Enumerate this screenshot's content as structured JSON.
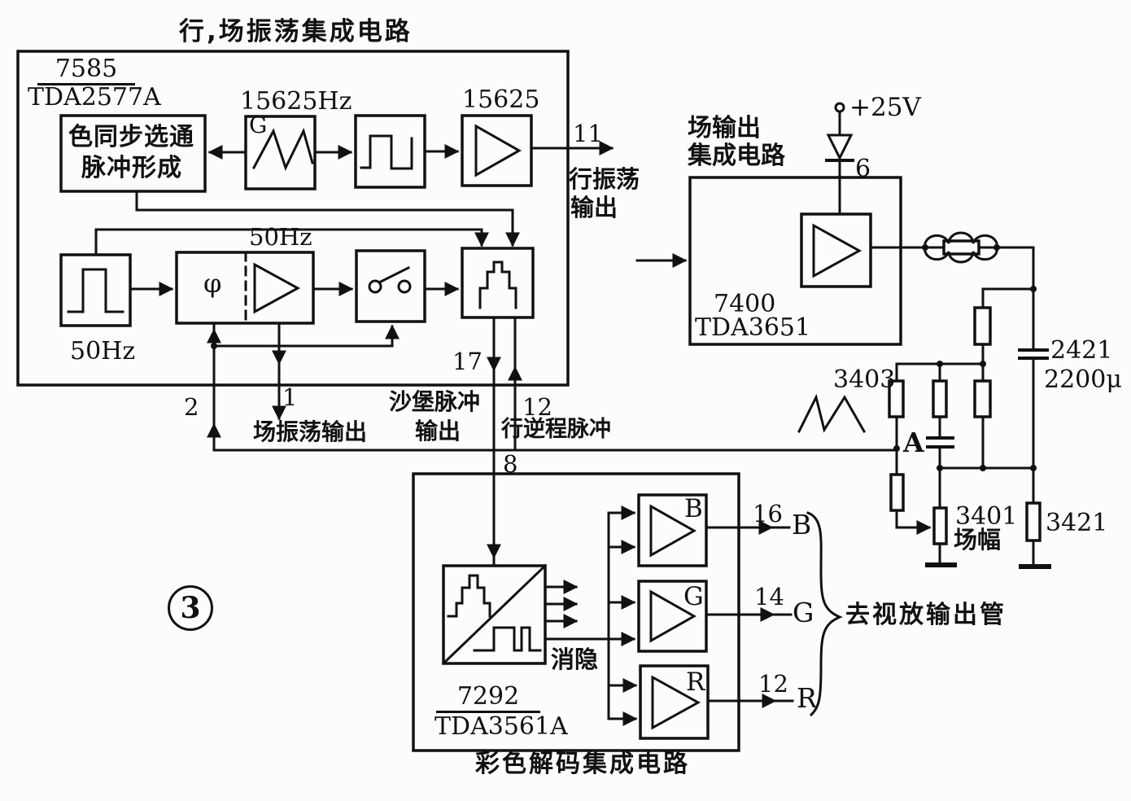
{
  "figure": {
    "number": "3"
  },
  "osc_ic": {
    "title": "行,场振荡集成电路",
    "part_no": "7585",
    "model": "TDA2577A",
    "burst_block_line1": "色同步选通",
    "burst_block_line2": "脉冲形成",
    "g_label": "G",
    "freq_15625hz": "15625Hz",
    "freq_15625": "15625",
    "pin11": "11",
    "hout_line1": "行振荡",
    "hout_line2": "输出",
    "freq_50hz_top": "50Hz",
    "freq_50hz_bottom": "50Hz",
    "phi": "φ",
    "pin2": "2",
    "pin1": "1",
    "field_osc_out": "场振荡输出",
    "pin17": "17",
    "sandcastle_line1": "沙堡脉冲",
    "sandcastle_line2": "输出",
    "pin12": "12",
    "flyback": "行逆程脉冲",
    "pin8": "8"
  },
  "field_ic": {
    "name_line1": "场输出",
    "name_line2": "集成电路",
    "part_no": "7400",
    "model": "TDA3651",
    "supply": "+25V",
    "pin6": "6"
  },
  "decoder_ic": {
    "part_no": "7292",
    "model": "TDA3561A",
    "caption": "彩色解码集成电路",
    "blanking": "消隐",
    "amp_b": {
      "letter": "B",
      "pin": "16",
      "out": "B"
    },
    "amp_g": {
      "letter": "G",
      "pin": "14",
      "out": "G"
    },
    "amp_r": {
      "letter": "R",
      "pin": "12",
      "out": "R"
    },
    "dest": "去视放输出管"
  },
  "components": {
    "cap_main": "2421",
    "cap_main_value": "2200μ",
    "r_3403": "3403",
    "node_a": "A",
    "pot_3401": "3401",
    "pot_3401_label": "场幅",
    "r_3421": "3421"
  }
}
